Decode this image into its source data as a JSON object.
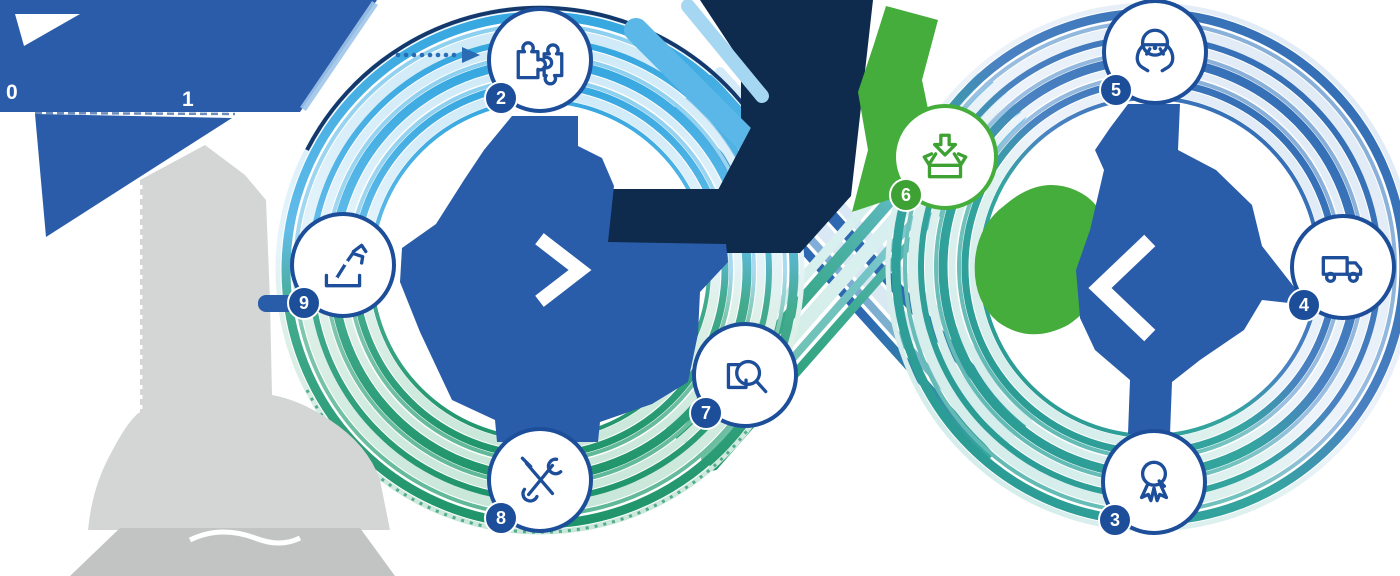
{
  "diagram": {
    "type": "infinity-loop-process-diagram",
    "binary": {
      "zero": "0",
      "one": "1"
    },
    "stations": {
      "s2": {
        "number": "2",
        "icon": "puzzle-icon"
      },
      "s3": {
        "number": "3",
        "icon": "quality-award-icon"
      },
      "s4": {
        "number": "4",
        "icon": "truck-icon"
      },
      "s5": {
        "number": "5",
        "icon": "steering-wheel-hands-icon"
      },
      "s6": {
        "number": "6",
        "icon": "deploy-box-arrow-icon"
      },
      "s7": {
        "number": "7",
        "icon": "magnifier-inspect-icon"
      },
      "s8": {
        "number": "8",
        "icon": "tools-icon"
      },
      "s9": {
        "number": "9",
        "icon": "robot-arm-icon"
      }
    },
    "colors": {
      "accent_blue": "#1d4e9a",
      "royal_blue": "#2a5da9",
      "navy": "#0e2a4d",
      "green": "#45ad3b",
      "badge_green": "#3da133",
      "light_blue": "#57b5e8",
      "teal": "#38a79f",
      "gray": "#d4d6d5"
    }
  }
}
